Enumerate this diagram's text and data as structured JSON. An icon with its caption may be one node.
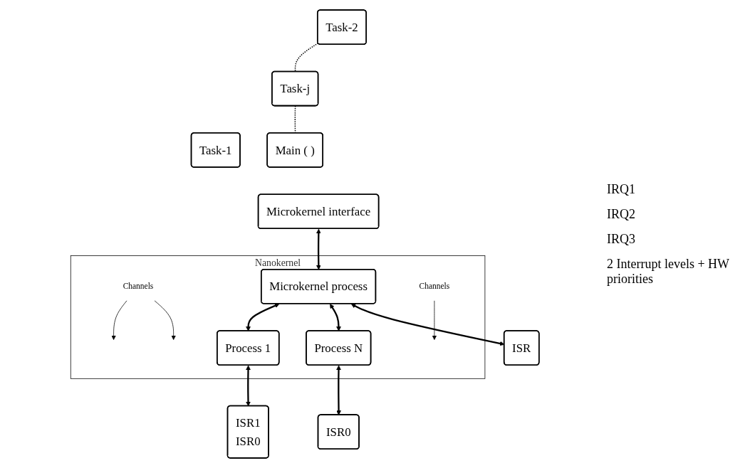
{
  "diagram": {
    "nodes": [
      {
        "text": [
          "Task-1"
        ]
      },
      {
        "text": [
          "Task-2"
        ]
      },
      {
        "text": [
          "Task-j"
        ]
      },
      {
        "text": [
          "Main ( )"
        ]
      },
      {
        "text": [
          "Microkernel interface"
        ]
      },
      {
        "text": [
          "Nanokernel"
        ]
      },
      {
        "text": [
          "Channels"
        ],
        "in": 5
      },
      {
        "text": [
          "Microkernel process"
        ],
        "in": 5
      },
      {
        "text": [
          "Channels"
        ],
        "in": 5
      },
      {
        "text": [
          "Process 1"
        ],
        "in": 5
      },
      {
        "text": [
          "Process N"
        ],
        "in": 5
      },
      {
        "text": [
          "ISR1",
          "ISR0"
        ]
      },
      {
        "text": [
          "ISR"
        ]
      },
      {
        "text": [
          "ISR0"
        ]
      }
    ],
    "edges": [
      {
        "from": 1,
        "to": 2,
        "arrow": "none",
        "style": "dashed"
      },
      {
        "from": 2,
        "to": 3,
        "arrow": "none",
        "style": "dashed"
      },
      {
        "from": 4,
        "to": 7,
        "arrow": "both"
      },
      {
        "from": 7,
        "to": 9,
        "arrow": "both"
      },
      {
        "from": 7,
        "to": 10,
        "arrow": "both"
      },
      {
        "from": 12,
        "to": 7,
        "arrow": "both"
      },
      {
        "from": 9,
        "to": 11,
        "arrow": "both"
      },
      {
        "from": 10,
        "to": 13,
        "arrow": "both"
      },
      {
        "from": 6,
        "to": null,
        "arrow": "to"
      },
      {
        "from": 6,
        "to": null,
        "arrow": "to"
      },
      {
        "from": 8,
        "to": null,
        "arrow": "to"
      }
    ],
    "labels": [
      "IRQ1",
      "IRQ2",
      "IRQ3",
      "2 Interrupt levels + HW priorities"
    ]
  }
}
